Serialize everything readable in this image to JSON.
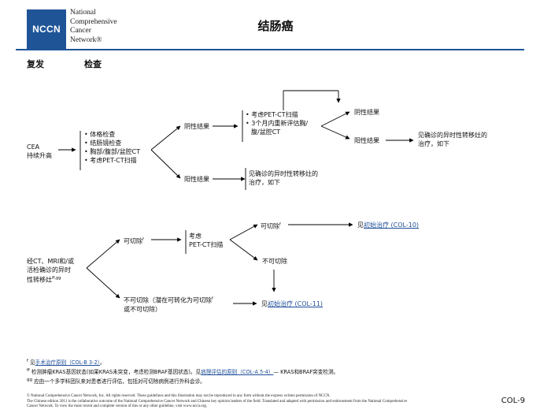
{
  "header": {
    "logo_abbrev": "NCCN",
    "logo_name_lines": [
      "National",
      "Comprehensive",
      "Cancer",
      "Network®"
    ],
    "title": "结肠癌"
  },
  "columns": {
    "recurrence": "复发",
    "workup": "检查"
  },
  "flow1": {
    "start": [
      "CEA",
      "持续升高"
    ],
    "exams": [
      "体格检查",
      "结肠镜检查",
      "胸部/腹部/盆腔CT",
      "考虑PET-CT扫描"
    ],
    "negative": "阴性结果",
    "positive": "阳性结果",
    "consider": [
      "考虑PET-CT扫描",
      "3个月内重新评估胸/",
      "腹/盆腔CT"
    ],
    "consider_neg": "阴性结果",
    "consider_pos": "阳性结果",
    "see_mets_top": [
      "见确诊的异时性转移灶的",
      "治疗，如下"
    ],
    "see_mets_bottom": [
      "见确诊的异时性转移灶的",
      "治疗，如下"
    ]
  },
  "flow2": {
    "start": [
      "经CT、MRI和/或",
      "活检确诊的异时",
      "性转移灶"
    ],
    "start_sup": "ff,gg",
    "resectable": "可切除",
    "resectable_sup": "f",
    "pet": [
      "考虑",
      "PET-CT扫描"
    ],
    "resectable2": "可切除",
    "resectable2_sup": "f",
    "unresectable": "不可切除",
    "unresectable_long_1": "不可切除（潜在可转化为可切除",
    "unresectable_long_sup": "f",
    "unresectable_long_2": "或不可切除）",
    "see_prefix": "见",
    "see_primary_link": "初始治疗 (COL-10)",
    "see_primary_link2": "初始治疗 (COL-11)"
  },
  "footnotes": {
    "f_mark": "f",
    "f_text": "见",
    "f_link": "手术治疗原则（COL-B 3-2）",
    "f_tail": "。",
    "ff_mark": "ff",
    "ff_text": "检测肿瘤KRAS基因状态(如果KRAS未突变，考虑检测BRAF基因状态)。见",
    "ff_link": "病理评估的原则（COL-A 5-4）",
    "ff_tail": "— KRAS和BRAF突变检测。",
    "gg_mark": "gg",
    "gg_text": "应由一个多学科团队来对患者进行评估，包括对可切除病例进行外科会诊。"
  },
  "copyright": [
    "© National Comprehensive Cancer Network, Inc. All rights reserved. These guidelines and this illustration may not be reproduced in any form without the express written permission of NCCN.",
    "The Chinese edition 2011 is the collaborative outcome of the National Comprehensive Cancer Network and Chinese key opinion leaders of the field. Translated and adapted with permission and endorsement from the National Comprehensive",
    "Cancer Network. To view the most recent and complete version of this or any other guideline, visit www.nccn.org."
  ],
  "page_id": "COL-9",
  "colors": {
    "brand": "#1f5597",
    "link": "#1f4f9a"
  }
}
